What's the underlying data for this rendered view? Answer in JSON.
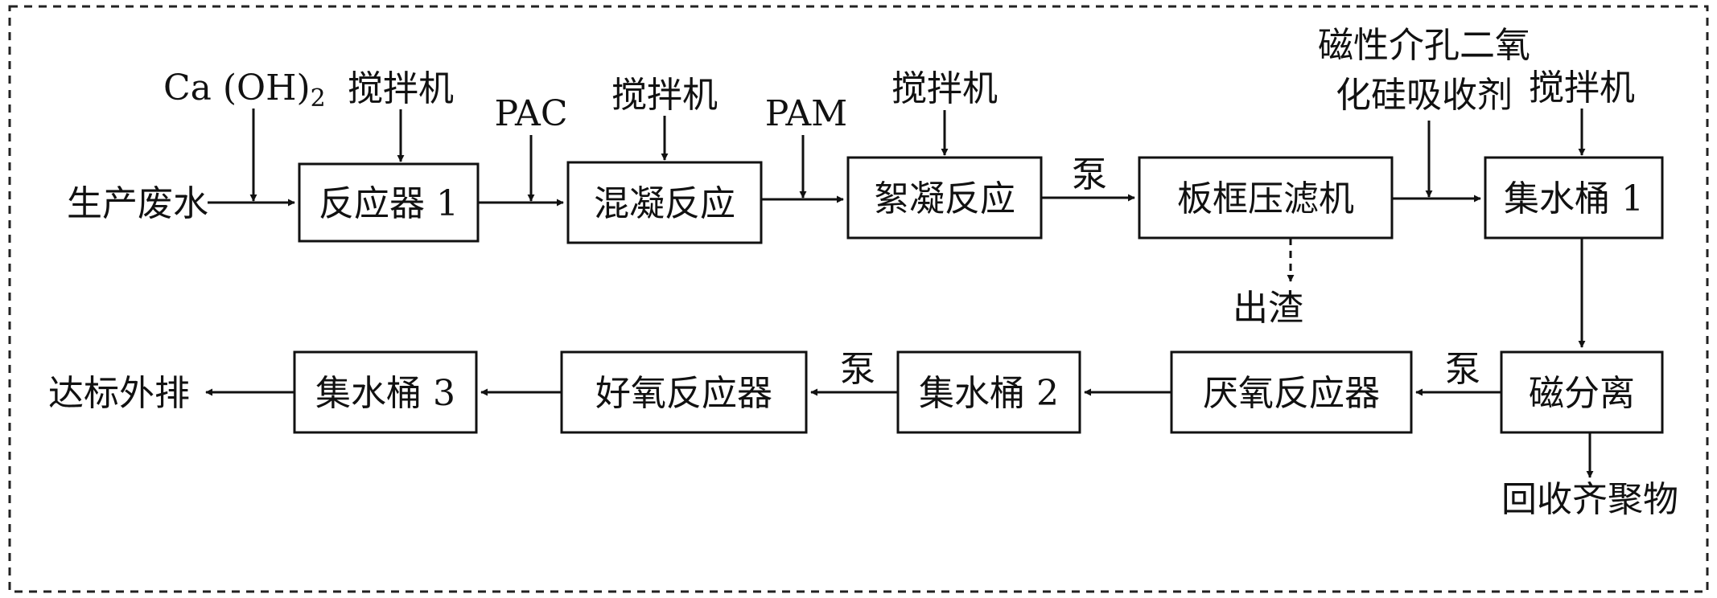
{
  "nodes": {
    "reactor1": "反应器 1",
    "coagulation": "混凝反应",
    "flocculation": "絮凝反应",
    "filter_press": "板框压滤机",
    "tank1": "集水桶 1",
    "magnetic_separation": "磁分离",
    "anaerobic": "厌氧反应器",
    "tank2": "集水桶 2",
    "aerobic": "好氧反应器",
    "tank3": "集水桶 3"
  },
  "inputs": {
    "wastewater": "生产废水",
    "caoh2_main": "Ca (OH)",
    "caoh2_sub": "2",
    "pac": "PAC",
    "pam": "PAM",
    "stirrer": "搅拌机",
    "adsorbent_line1": "磁性介孔二氧",
    "adsorbent_line2": "化硅吸收剂"
  },
  "outputs": {
    "residue": "出渣",
    "recovered": "回收齐聚物",
    "discharge": "达标外排"
  },
  "edge_labels": {
    "pump": "泵"
  }
}
